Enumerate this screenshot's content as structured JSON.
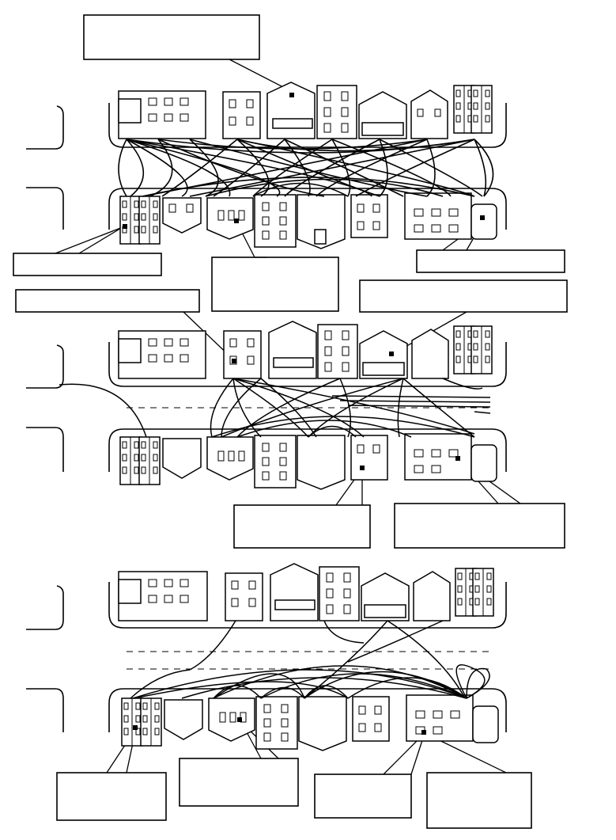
{
  "panels": [
    {
      "id": "top",
      "traffic": "light",
      "labels": [
        "",
        "",
        "",
        ""
      ]
    },
    {
      "id": "middle",
      "traffic": "moderate",
      "labels": [
        "",
        "",
        "",
        ""
      ]
    },
    {
      "id": "bottom",
      "traffic": "heavy",
      "labels": [
        "",
        "",
        "",
        ""
      ]
    }
  ],
  "icons": {
    "house": "house-icon",
    "rowhouse": "rowhouse-icon",
    "tie": "social-tie-line"
  }
}
